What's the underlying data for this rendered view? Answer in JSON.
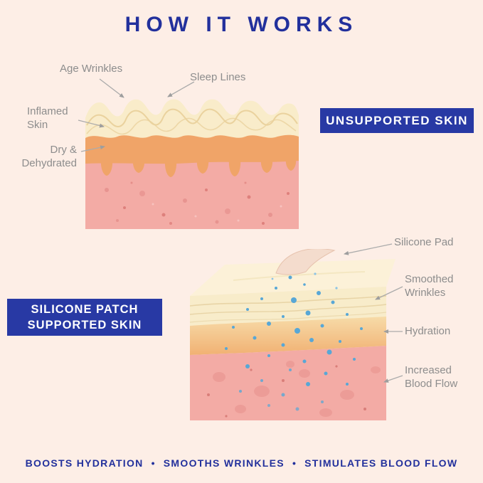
{
  "page": {
    "title": "HOW IT WORKS",
    "footer": {
      "separator": "•",
      "items": [
        "BOOSTS HYDRATION",
        "SMOOTHS WRINKLES",
        "STIMULATES BLOOD FLOW"
      ]
    }
  },
  "unsupported": {
    "badge": "UNSUPPORTED SKIN",
    "labels": {
      "age_wrinkles": "Age Wrinkles",
      "sleep_lines": "Sleep Lines",
      "inflamed_skin": [
        "Inflamed",
        "Skin"
      ],
      "dry_dehydrated": [
        "Dry &",
        "Dehydrated"
      ]
    }
  },
  "supported": {
    "badge": [
      "SILICONE PATCH",
      "SUPPORTED SKIN"
    ],
    "labels": {
      "silicone_pad": "Silicone Pad",
      "smoothed_wrinkles": [
        "Smoothed",
        "Wrinkles"
      ],
      "hydration": "Hydration",
      "increased_blood_flow": [
        "Increased",
        "Blood Flow"
      ]
    }
  },
  "colors": {
    "background": "#fdeee6",
    "navy_text": "#22309c",
    "badge_blue": "#2839a4",
    "label_gray": "#8d8d8d",
    "skin_cream": "#f9ecca",
    "skin_orange": "#f0a468",
    "skin_pink": "#f3aba5",
    "hydration_dot_blue": "#58a7d6",
    "silicone_pad_pink": "#f4dccd"
  }
}
